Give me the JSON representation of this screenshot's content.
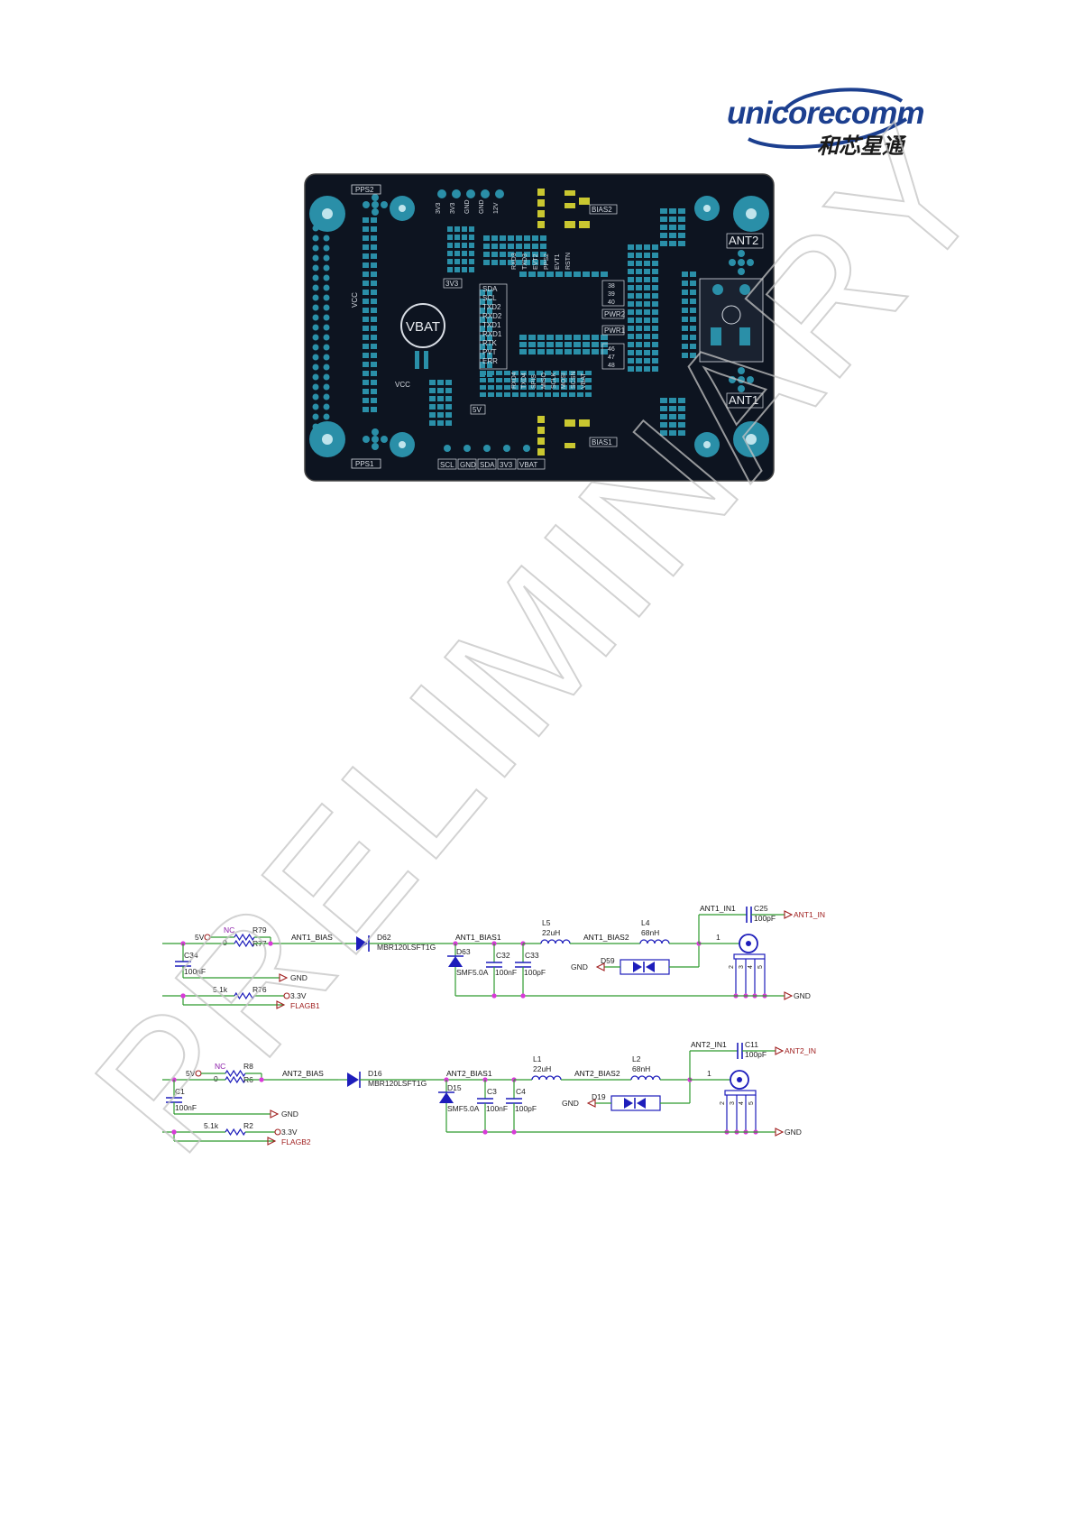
{
  "logo": {
    "wordmark": "unicorecomm",
    "chinese": "和芯星通",
    "brand_color": "#1c3f8f"
  },
  "pcb": {
    "board_color": "#0d1420",
    "copper_color": "#2a8fa8",
    "silk_color": "#d8dde4",
    "highlight_color": "#c9c730",
    "labels": {
      "pps2": "PPS2",
      "pps1": "PPS1",
      "bias2": "BIAS2",
      "bias1": "BIAS1",
      "ant2": "ANT2",
      "ant1": "ANT1",
      "vbat": "VBAT",
      "vcc_left": "VCC",
      "vcc_lower": "VCC",
      "three_v3": "3V3",
      "five_v": "5V",
      "pwr2": "PWR2",
      "pwr1": "PWR1",
      "n38": "38",
      "n39": "39",
      "n40": "40",
      "n46": "46",
      "n47": "47",
      "n48": "48"
    },
    "top_header": [
      "3V3",
      "3V3",
      "GND",
      "GND",
      "12V"
    ],
    "signals_left": [
      "SDA",
      "SCL",
      "TXD2",
      "RXD2",
      "TXD1",
      "RXD1",
      "RTK",
      "PVT",
      "ERR"
    ],
    "signals_top": [
      "RXD3",
      "TXD3",
      "EVT2",
      "PPS2",
      "EVT1",
      "RSTN"
    ],
    "signals_bottom": [
      "RXD4",
      "TXD4",
      "SPIS",
      "MISO",
      "SCLK",
      "MOSI",
      "SCSN",
      "VBAT"
    ],
    "bottom_header": [
      "SCL",
      "GND",
      "SDA",
      "3V3",
      "VBAT"
    ]
  },
  "schematic": {
    "wire_color": "#2e9b2e",
    "part_color": "#1d1dbb",
    "label_color": "#a02020",
    "node_color": "#d93ad9",
    "nc_color": "#8a1aa8",
    "circuit1": {
      "supply": "5V",
      "nc": "NC",
      "r_top": "R79",
      "r_top_val": "0",
      "r_bot": "R77",
      "net_bias": "ANT1_BIAS",
      "cap": "C34",
      "cap_val": "100nF",
      "gnd": "GND",
      "pullup_val": "5.1k",
      "pullup": "R76",
      "pullup_supply": "3.3V",
      "flag": "FLAGB1",
      "diode": "D62",
      "diode_part": "MBR120LSFT1G",
      "net_bias1": "ANT1_BIAS1",
      "tvs": "D63",
      "tvs_part": "SMF5.0A",
      "c_a": "C32",
      "c_a_val": "100nF",
      "c_b": "C33",
      "c_b_val": "100pF",
      "l_a": "L5",
      "l_a_val": "22uH",
      "net_bias2": "ANT1_BIAS2",
      "l_b": "L4",
      "l_b_val": "68nH",
      "esd": "D59",
      "esd_gnd": "GND",
      "net_in": "ANT1_IN1",
      "c_c": "C25",
      "c_c_val": "100pF",
      "out": "ANT1_IN",
      "pin1": "1",
      "pins": [
        "2",
        "3",
        "4",
        "5"
      ],
      "gnd_out": "GND"
    },
    "circuit2": {
      "supply": "5V",
      "nc": "NC",
      "r_top": "R8",
      "r_top_val": "0",
      "r_bot": "R6",
      "net_bias": "ANT2_BIAS",
      "cap": "C1",
      "cap_val": "100nF",
      "gnd": "GND",
      "pullup_val": "5.1k",
      "pullup": "R2",
      "pullup_supply": "3.3V",
      "flag": "FLAGB2",
      "diode": "D16",
      "diode_part": "MBR120LSFT1G",
      "net_bias1": "ANT2_BIAS1",
      "tvs": "D15",
      "tvs_part": "SMF5.0A",
      "c_a": "C3",
      "c_a_val": "100nF",
      "c_b": "C4",
      "c_b_val": "100pF",
      "l_a": "L1",
      "l_a_val": "22uH",
      "net_bias2": "ANT2_BIAS2",
      "l_b": "L2",
      "l_b_val": "68nH",
      "esd": "D19",
      "esd_gnd": "GND",
      "net_in": "ANT2_IN1",
      "c_c": "C11",
      "c_c_val": "100pF",
      "out": "ANT2_IN",
      "pin1": "1",
      "pins": [
        "2",
        "3",
        "4",
        "5"
      ],
      "gnd_out": "GND"
    }
  },
  "watermark": {
    "text": "PRELIMINARY",
    "color": "#c8c8c8"
  }
}
